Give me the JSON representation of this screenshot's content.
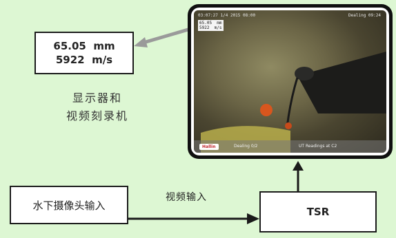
{
  "reading": {
    "thickness": "65.05  mm",
    "velocity": "5922  m/s"
  },
  "display_caption": {
    "line1": "显示器和",
    "line2": "视频刻录机"
  },
  "camera_label": "水下摄像头输入",
  "tsr_label": "TSR",
  "video_input_label": "视频输入",
  "screen": {
    "top_left_text": "03:07:27  1/4 2015 08:00",
    "top_right_text": "Dealing  09:24",
    "readout_line1": "65.05  mm",
    "readout_line2": "5922  m/s",
    "logo": "Hallin",
    "bottom_mid_text": "Dealing 0/2",
    "bottom_right_text": "UT Readings at C2"
  },
  "colors": {
    "background": "#ddf7d3",
    "arrow_gray": "#9a9a9a",
    "line_dark": "#1a1a1a"
  }
}
